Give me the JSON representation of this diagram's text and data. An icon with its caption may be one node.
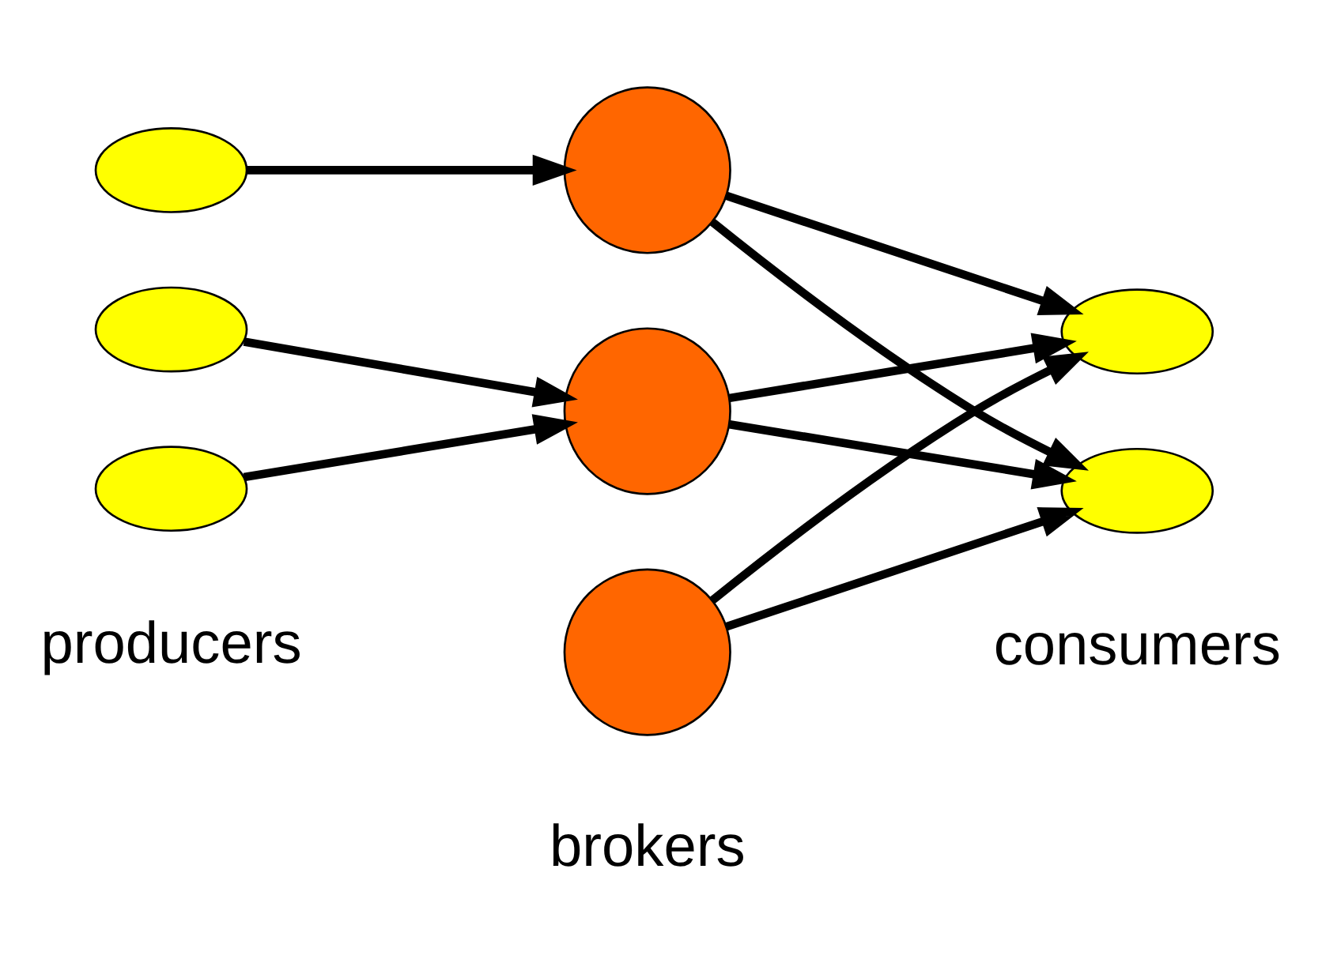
{
  "diagram": {
    "nodes": [
      {
        "text": [],
        "shape": "ellipse"
      },
      {
        "text": [],
        "shape": "ellipse"
      },
      {
        "text": [],
        "shape": "ellipse"
      },
      {
        "text": [],
        "shape": "circle"
      },
      {
        "text": [],
        "shape": "circle"
      },
      {
        "text": [],
        "shape": "circle"
      },
      {
        "text": [],
        "shape": "ellipse"
      },
      {
        "text": [],
        "shape": "ellipse"
      }
    ],
    "edges": [
      {
        "from": 0,
        "to": 3,
        "arrow": "to"
      },
      {
        "from": 1,
        "to": 4,
        "arrow": "to"
      },
      {
        "from": 2,
        "to": 4,
        "arrow": "to"
      },
      {
        "from": 3,
        "to": 6,
        "arrow": "to"
      },
      {
        "from": 3,
        "to": 7,
        "arrow": "to"
      },
      {
        "from": 4,
        "to": 6,
        "arrow": "to"
      },
      {
        "from": 4,
        "to": 7,
        "arrow": "to"
      },
      {
        "from": 5,
        "to": 6,
        "arrow": "to"
      },
      {
        "from": 5,
        "to": 7,
        "arrow": "to"
      }
    ],
    "labels": [
      "producers",
      "brokers",
      "consumers"
    ]
  }
}
